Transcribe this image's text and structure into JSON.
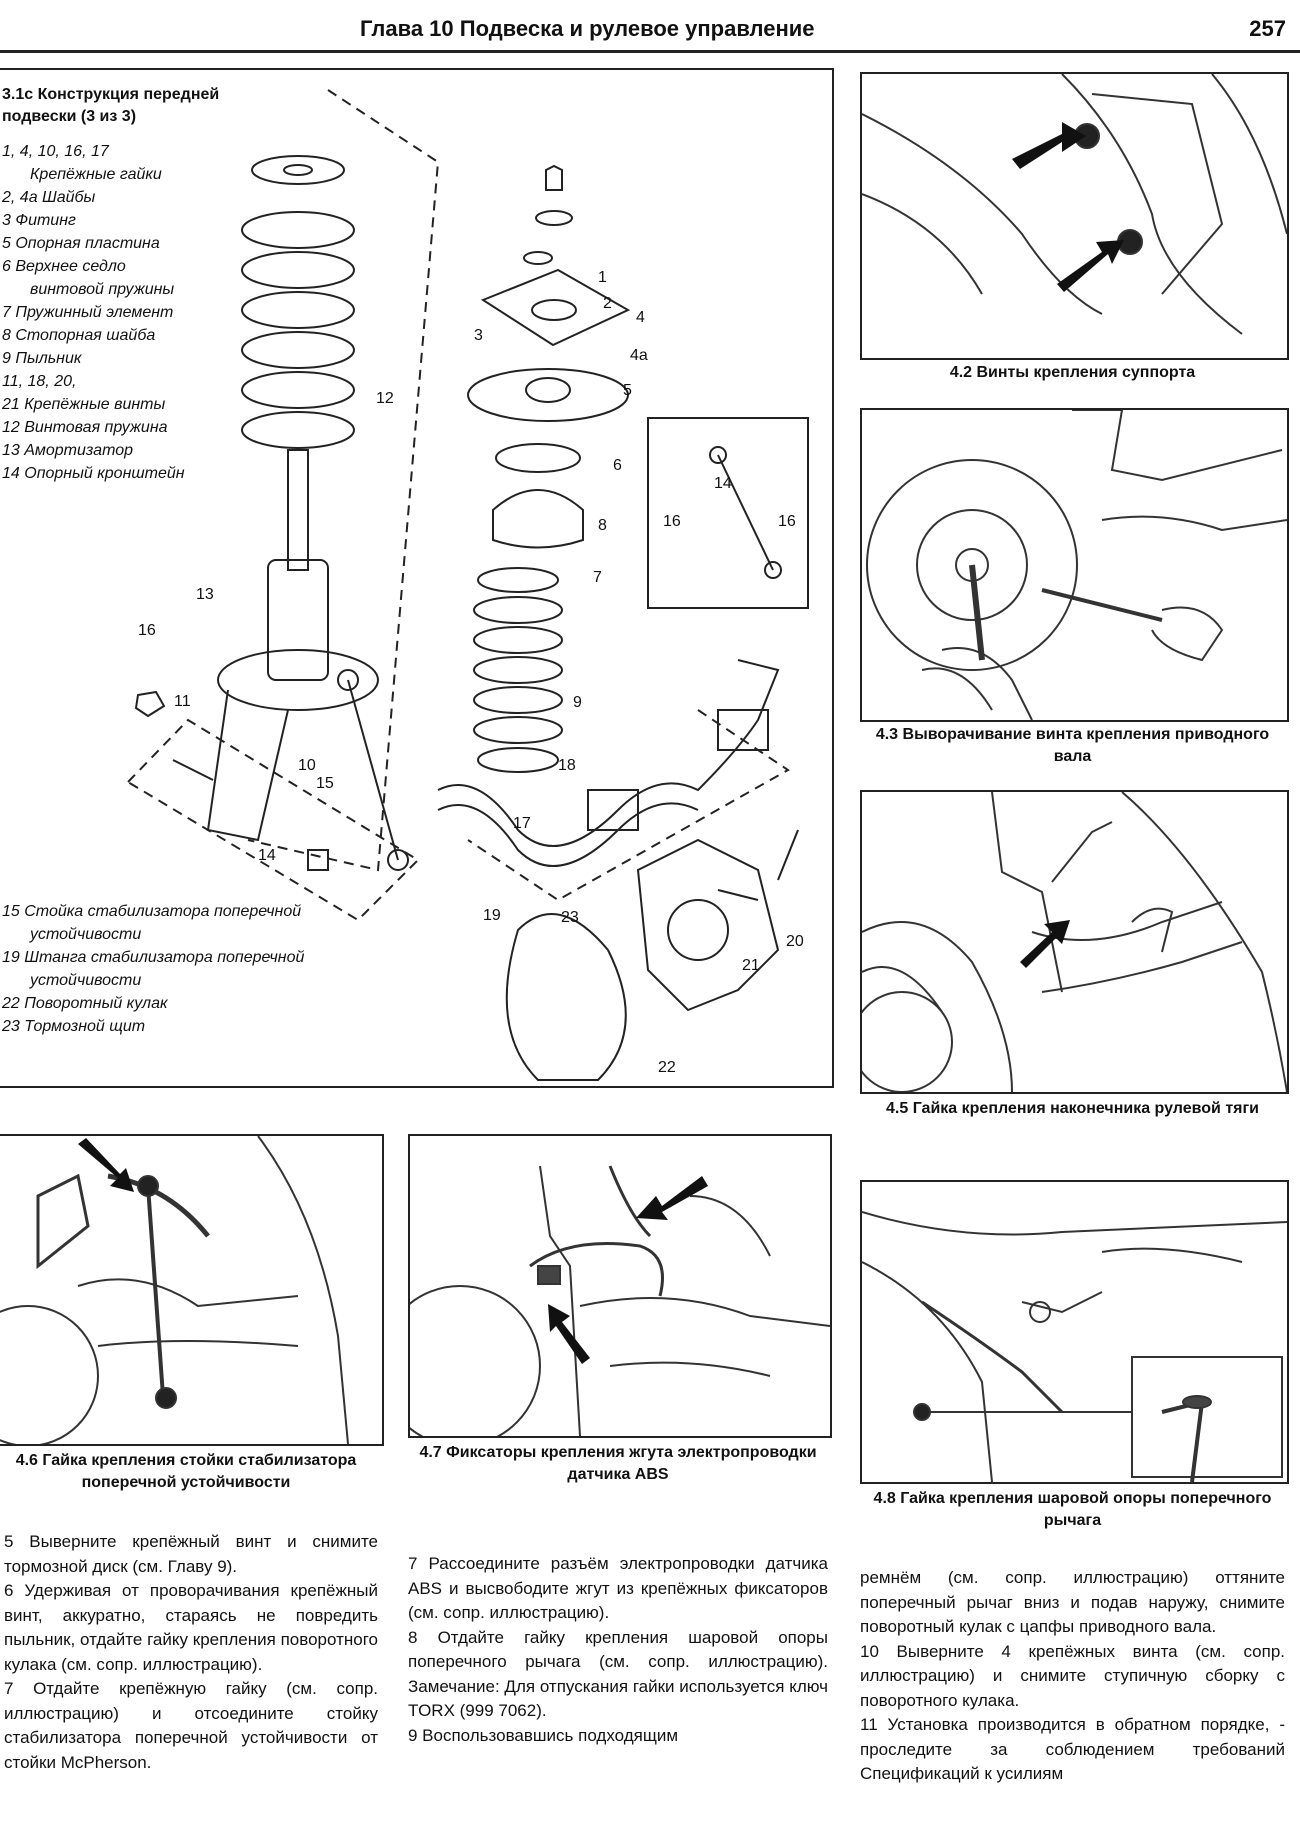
{
  "header": {
    "title": "Глава 10 Подвеска и рулевое управление",
    "page": "257"
  },
  "figure_main": {
    "heading": "3.1c Конструкция передней подвески (3 из 3)",
    "legend": [
      "1, 4, 10, 16, 17",
      "Крепёжные гайки",
      "2, 4a Шайбы",
      "3 Фитинг",
      "5 Опорная пластина",
      "6 Верхнее седло",
      "винтовой пружины",
      "7 Пружинный элемент",
      "8 Стопорная шайба",
      "9 Пыльник",
      "11, 18, 20,",
      "21 Крепёжные винты",
      "12 Винтовая пружина",
      "13 Амортизатор",
      "14 Опорный кронштейн"
    ],
    "legend_bottom": [
      "15 Стойка стабилизатора поперечной",
      "устойчивости",
      "19 Штанга стабилизатора поперечной",
      "устойчивости",
      "22 Поворотный кулак",
      "23 Тормозной щит"
    ],
    "callouts": [
      "1",
      "2",
      "3",
      "4",
      "4a",
      "5",
      "6",
      "7",
      "8",
      "9",
      "10",
      "11",
      "12",
      "13",
      "14",
      "15",
      "16",
      "17",
      "18",
      "19",
      "20",
      "21",
      "22",
      "23"
    ]
  },
  "captions": {
    "f42": "4.2 Винты крепления суппорта",
    "f43": "4.3 Выворачивание винта крепления приводного вала",
    "f45": "4.5 Гайка крепления наконечника рулевой тяги",
    "f46": "4.6 Гайка крепления стойки стабилизатора поперечной устойчивости",
    "f47": "4.7 Фиксаторы крепления жгута электропроводки датчика ABS",
    "f48": "4.8 Гайка крепления шаровой опоры поперечного рычага"
  },
  "text": {
    "col1": [
      "5 Выверните крепёжный винт и снимите тормозной диск (см. Главу 9).",
      "6 Удерживая от проворачивания крепёжный винт, аккуратно, стараясь не повредить пыльник, отдайте гайку крепления поворотного кулака (см. сопр. иллюстрацию).",
      "7 Отдайте крепёжную гайку (см. сопр. иллюстрацию) и отсоедините стойку стабилизатора поперечной устойчивости от стойки McPherson."
    ],
    "col2": [
      "7 Рассоедините разъём электропроводки датчика ABS и высвободите жгут из крепёжных фиксаторов (см. сопр. иллюстрацию).",
      "8 Отдайте гайку крепления шаровой опоры поперечного рычага (см. сопр. иллюстрацию). Замечание: Для отпускания гайки используется ключ TORX (999 7062).",
      "9 Воспользовавшись подходящим"
    ],
    "col3": [
      "ремнём (см. сопр. иллюстрацию) оттяните поперечный рычаг вниз и подав наружу, снимите поворотный кулак с цапфы приводного вала.",
      "10 Выверните 4 крепёжных винта (см. сопр. иллюстрацию) и снимите ступичную сборку с поворотного кулака.",
      "11 Установка производится в обратном порядке, - проследите за соблюдением требований Спецификаций к усилиям"
    ]
  }
}
